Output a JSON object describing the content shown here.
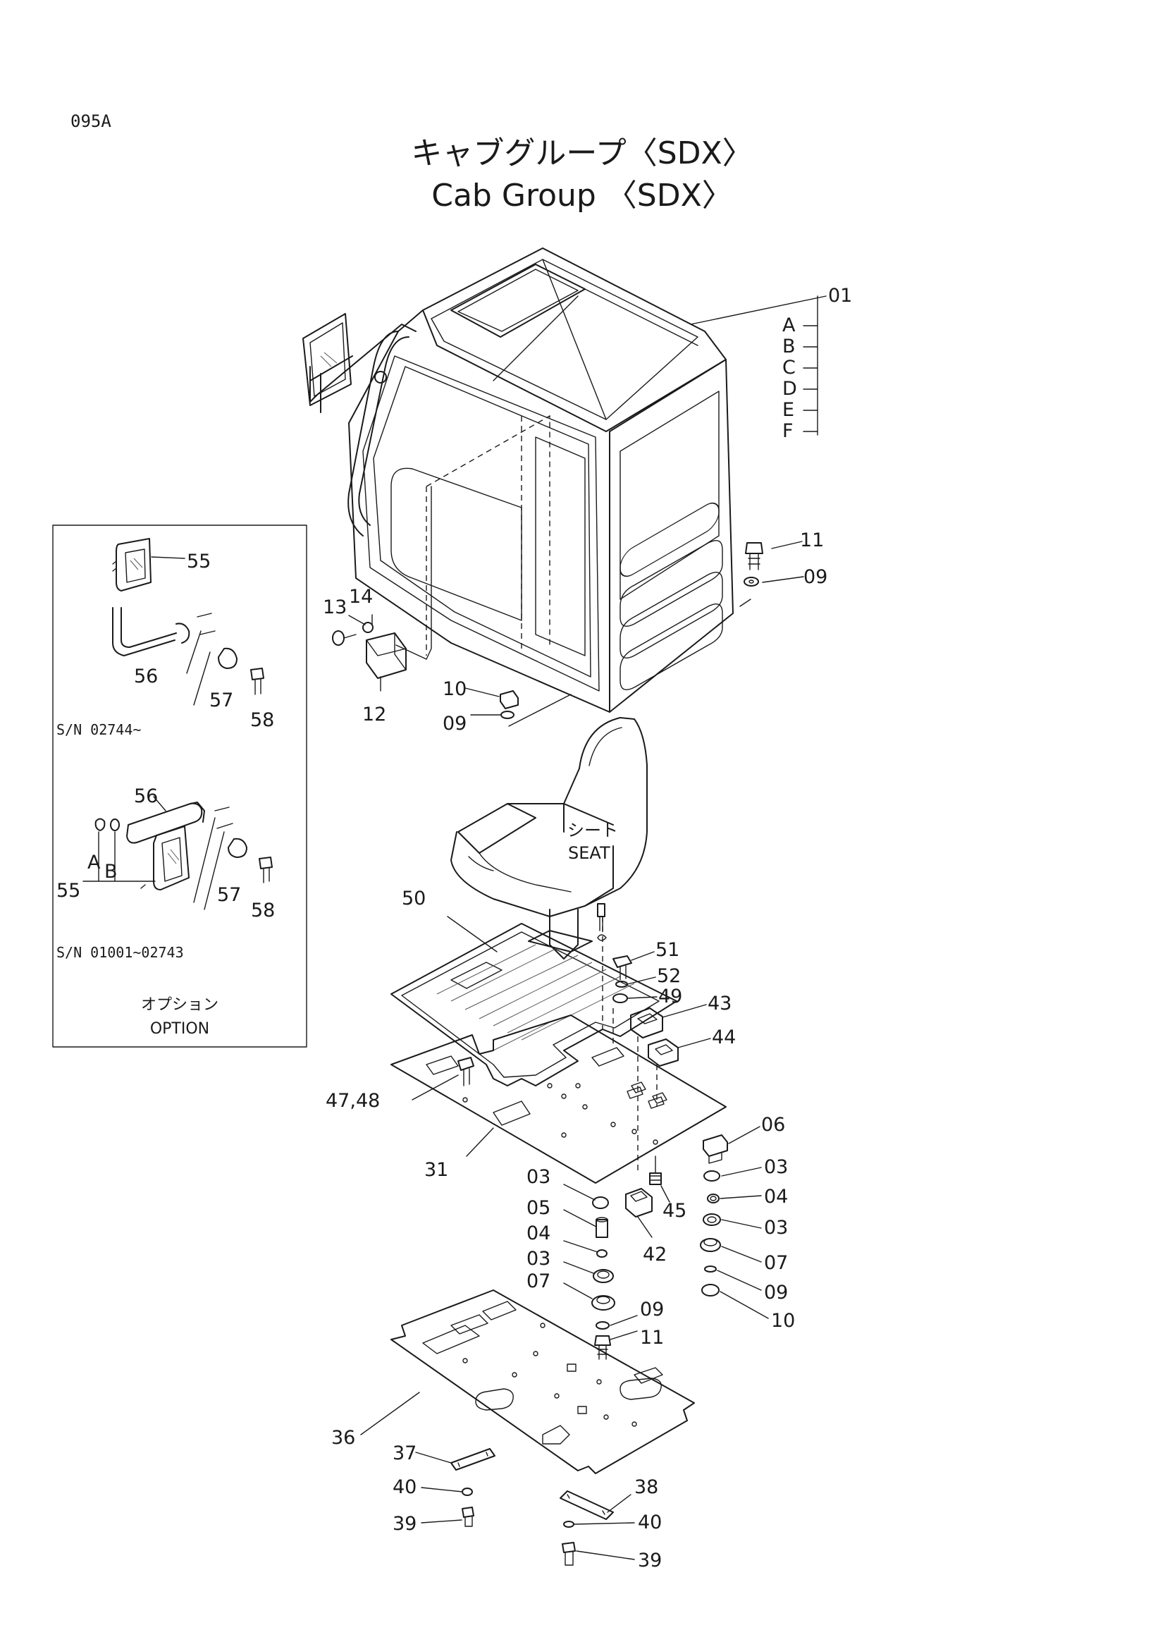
{
  "page": {
    "code": "095A",
    "title_jp": "キャブグループ〈SDX〉",
    "title_en": "Cab Group 〈SDX〉"
  },
  "seat": {
    "label_jp": "シート",
    "label_en": "SEAT"
  },
  "main_callouts": [
    {
      "id": "c01",
      "text": "01"
    },
    {
      "id": "cA",
      "text": "A"
    },
    {
      "id": "cB",
      "text": "B"
    },
    {
      "id": "cC",
      "text": "C"
    },
    {
      "id": "cD",
      "text": "D"
    },
    {
      "id": "cE",
      "text": "E"
    },
    {
      "id": "cF",
      "text": "F"
    },
    {
      "id": "c11a",
      "text": "11"
    },
    {
      "id": "c09a",
      "text": "09"
    },
    {
      "id": "c13",
      "text": "13"
    },
    {
      "id": "c14",
      "text": "14"
    },
    {
      "id": "c12",
      "text": "12"
    },
    {
      "id": "c10a",
      "text": "10"
    },
    {
      "id": "c09b",
      "text": "09"
    },
    {
      "id": "c50",
      "text": "50"
    },
    {
      "id": "c51",
      "text": "51"
    },
    {
      "id": "c52",
      "text": "52"
    },
    {
      "id": "c49",
      "text": "49"
    },
    {
      "id": "c43",
      "text": "43"
    },
    {
      "id": "c44",
      "text": "44"
    },
    {
      "id": "c4748",
      "text": "47,48"
    },
    {
      "id": "c31",
      "text": "31"
    },
    {
      "id": "c06",
      "text": "06"
    },
    {
      "id": "c03r1",
      "text": "03"
    },
    {
      "id": "c04r",
      "text": "04"
    },
    {
      "id": "c03r2",
      "text": "03"
    },
    {
      "id": "c07r",
      "text": "07"
    },
    {
      "id": "c09r",
      "text": "09"
    },
    {
      "id": "c10r",
      "text": "10"
    },
    {
      "id": "c03l1",
      "text": "03"
    },
    {
      "id": "c05",
      "text": "05"
    },
    {
      "id": "c04l",
      "text": "04"
    },
    {
      "id": "c03l2",
      "text": "03"
    },
    {
      "id": "c07l",
      "text": "07"
    },
    {
      "id": "c09l",
      "text": "09"
    },
    {
      "id": "c11b",
      "text": "11"
    },
    {
      "id": "c45",
      "text": "45"
    },
    {
      "id": "c42",
      "text": "42"
    },
    {
      "id": "c36",
      "text": "36"
    },
    {
      "id": "c37",
      "text": "37"
    },
    {
      "id": "c40a",
      "text": "40"
    },
    {
      "id": "c39a",
      "text": "39"
    },
    {
      "id": "c38",
      "text": "38"
    },
    {
      "id": "c40b",
      "text": "40"
    },
    {
      "id": "c39b",
      "text": "39"
    }
  ],
  "option_box": {
    "upper": {
      "callouts": [
        "55",
        "56",
        "57",
        "58"
      ],
      "serial": "S/N 02744~"
    },
    "lower": {
      "callouts": [
        "56",
        "A",
        "B",
        "55",
        "57",
        "58"
      ],
      "serial": "S/N 01001~02743"
    },
    "label_jp": "オプション",
    "label_en": "OPTION"
  }
}
